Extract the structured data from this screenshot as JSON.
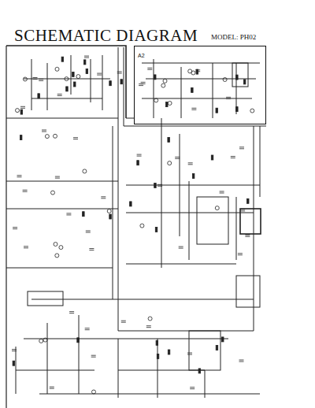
{
  "diagram": {
    "title": "SCHEMATIC DIAGRAM",
    "nodes": [
      {
        "text": [
          "A2"
        ]
      }
    ],
    "labels": [
      "MODEL: PH02"
    ]
  }
}
